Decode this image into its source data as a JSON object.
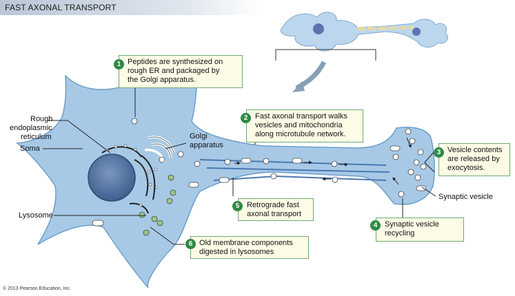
{
  "header": {
    "title": "FAST AXONAL TRANSPORT"
  },
  "labels": {
    "rough_er": "Rough\nendoplasmic\nreticulum",
    "soma": "Soma",
    "golgi": "Golgi\napparatus",
    "lysosome": "Lysosome",
    "synaptic_vesicle": "Synaptic vesicle"
  },
  "steps": [
    {
      "number": "1",
      "text": "Peptides are synthesized on\nrough ER and packaged by\nthe Golgi apparatus."
    },
    {
      "number": "2",
      "text": "Fast axonal transport walks\nvesicles and mitochondria\nalong microtubule network."
    },
    {
      "number": "3",
      "text": "Vesicle contents\nare released by\nexocytosis."
    },
    {
      "number": "4",
      "text": "Synaptic vesicle\nrecycling"
    },
    {
      "number": "5",
      "text": "Retrograde fast\naxonal transport"
    },
    {
      "number": "6",
      "text": "Old membrane components\ndigested in lysosomes"
    }
  ],
  "copyright": "© 2013 Pearson Education, Inc.",
  "colors": {
    "cell_fill": "#a7c9e6",
    "cell_stroke": "#6d9ec9",
    "callout_border": "#6aab74",
    "step_badge": "#2d8a45",
    "microtubule": "#4a78b0"
  }
}
